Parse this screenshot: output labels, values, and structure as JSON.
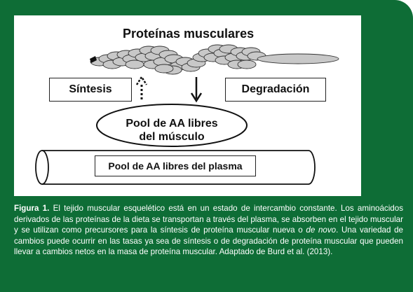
{
  "diagram": {
    "title": "Proteínas musculares",
    "synthesis_label": "Síntesis",
    "degradation_label": "Degradación",
    "muscle_pool_line1": "Pool de AA libres",
    "muscle_pool_line2": "del músculo",
    "plasma_pool_label": "Pool de AA libres del plasma"
  },
  "caption": {
    "figure_label": "Figura 1.",
    "text_part1": " El tejido muscular esquelético está en un estado de intercambio constante. Los aminoácidos derivados de las proteínas de la dieta se transportan a través del plasma, se absorben en el tejido muscular y se utilizan como precursores para la síntesis de proteína muscular nueva o ",
    "text_italic": "de novo",
    "text_part2": ". Una variedad de cambios puede ocurrir en las tasas ya sea de síntesis o de degradación de proteína muscular que pueden llevar a cambios netos en la masa de proteína muscular. Adaptado de Burd et al. (2013)."
  },
  "colors": {
    "frame_green": "#0e6d36",
    "bead_fill": "#c8c8c8"
  }
}
